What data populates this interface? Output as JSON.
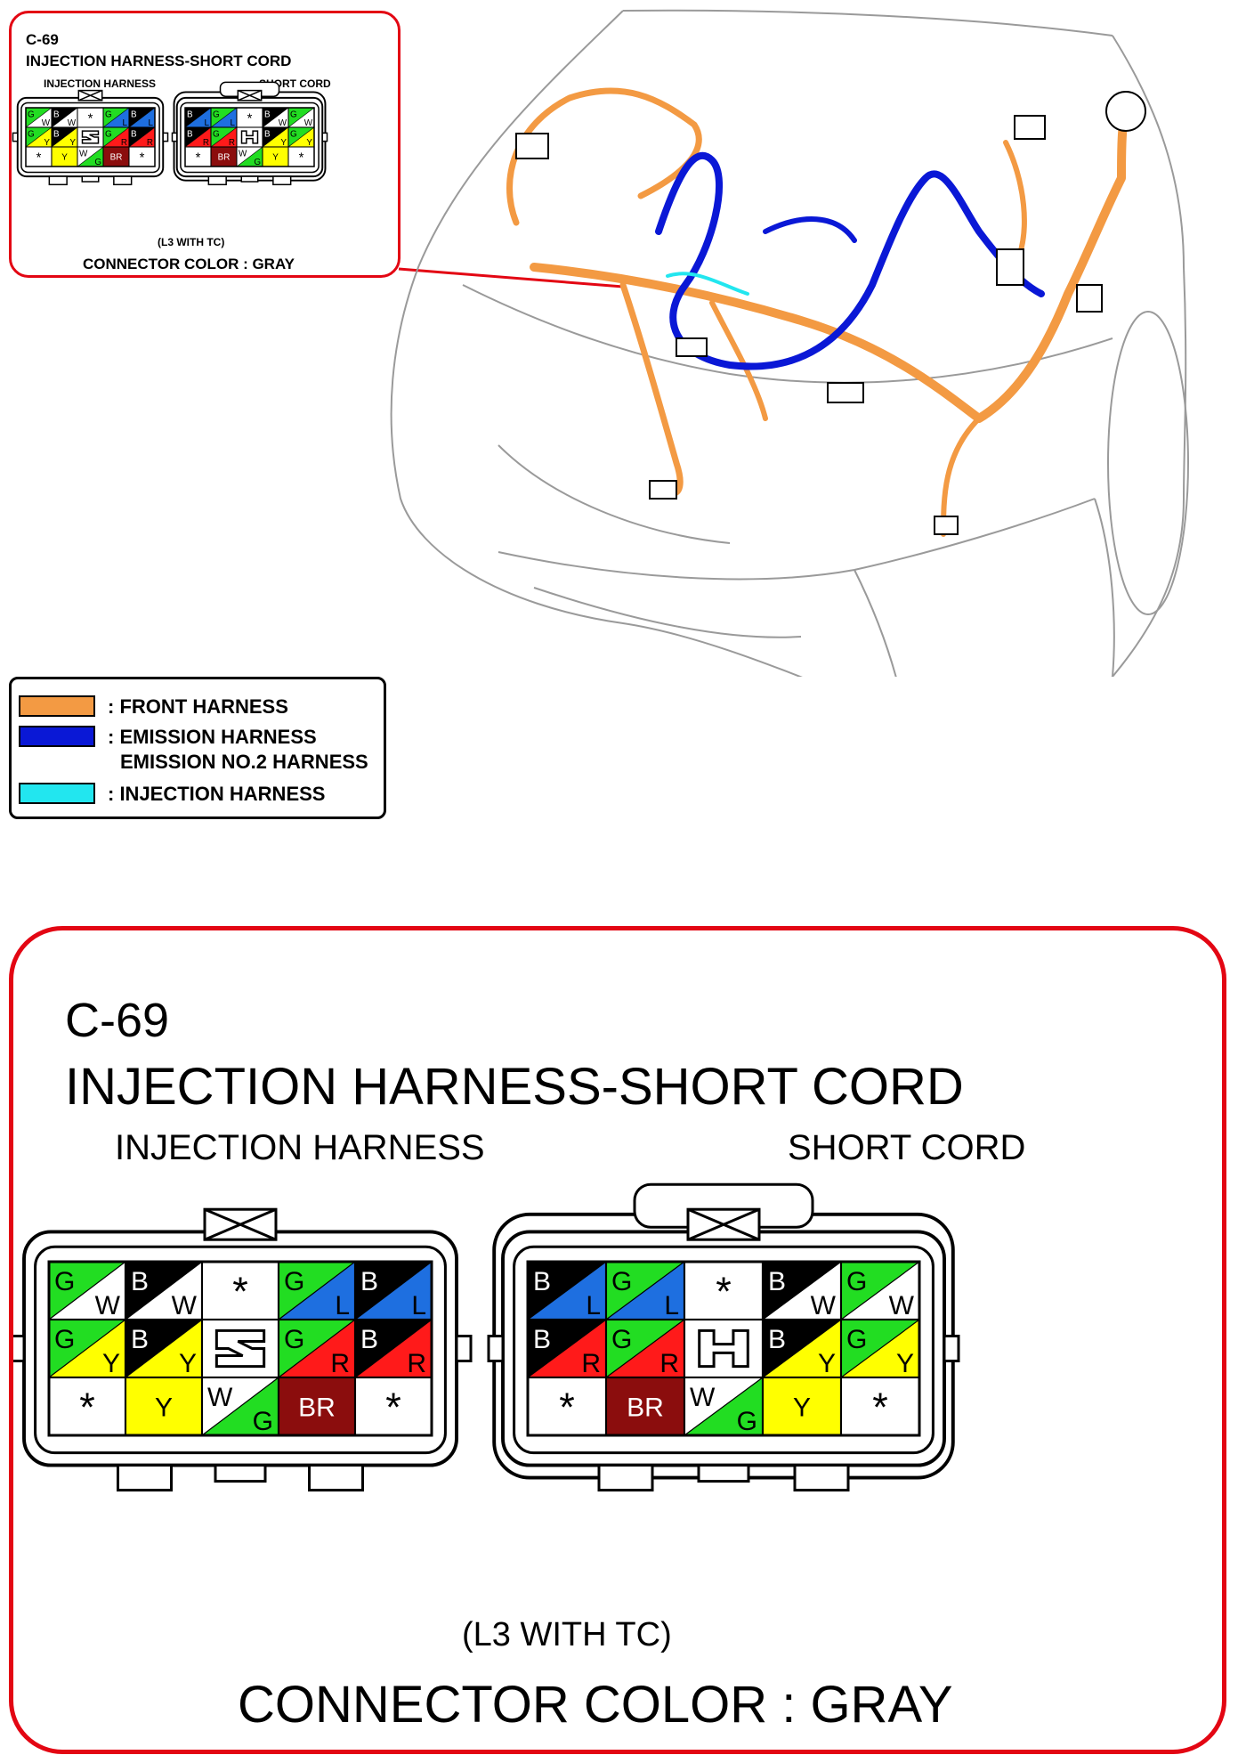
{
  "inset": {
    "connector_id": "C-69",
    "title": "INJECTION HARNESS-SHORT CORD",
    "left_label": "INJECTION HARNESS",
    "right_label": "SHORT CORD",
    "note": "(L3 WITH TC)",
    "connector_color": "CONNECTOR COLOR : GRAY"
  },
  "legend": {
    "items": [
      {
        "label": ": FRONT HARNESS",
        "color": "#f39a43"
      },
      {
        "label": ": EMISSION HARNESS",
        "color": "#0a18d6"
      },
      {
        "label": "EMISSION NO.2 HARNESS",
        "color": ""
      },
      {
        "label": ": INJECTION HARNESS",
        "color": "#22e6ef"
      }
    ]
  },
  "detail": {
    "connector_id": "C-69",
    "title": "INJECTION HARNESS-SHORT CORD",
    "left_label": "INJECTION HARNESS",
    "right_label": "SHORT CORD",
    "note": "(L3 WITH TC)",
    "connector_color": "CONNECTOR COLOR : GRAY"
  },
  "colors": {
    "G": "#22dd22",
    "B": "#000000",
    "W": "#ffffff",
    "L": "#1e6fe0",
    "Y": "#ffff00",
    "R": "#ff1a1a",
    "BR": "#8b0d0d",
    "frame": "#e30613"
  },
  "injection_harness_pins": [
    [
      {
        "a": "G",
        "b": "W"
      },
      {
        "a": "B",
        "b": "W"
      },
      {
        "star": "*"
      },
      {
        "a": "G",
        "b": "L"
      },
      {
        "a": "B",
        "b": "L"
      }
    ],
    [
      {
        "a": "G",
        "b": "Y"
      },
      {
        "a": "B",
        "b": "Y"
      },
      {
        "lock": "S"
      },
      {
        "a": "G",
        "b": "R"
      },
      {
        "a": "B",
        "b": "R"
      }
    ],
    [
      {
        "star": "*"
      },
      {
        "solid": "Y"
      },
      {
        "a": "W",
        "b": "G"
      },
      {
        "solid": "BR"
      },
      {
        "star": "*"
      }
    ]
  ],
  "short_cord_pins": [
    [
      {
        "a": "B",
        "b": "L"
      },
      {
        "a": "G",
        "b": "L"
      },
      {
        "star": "*"
      },
      {
        "a": "B",
        "b": "W"
      },
      {
        "a": "G",
        "b": "W"
      }
    ],
    [
      {
        "a": "B",
        "b": "R"
      },
      {
        "a": "G",
        "b": "R"
      },
      {
        "lock": "H"
      },
      {
        "a": "B",
        "b": "Y"
      },
      {
        "a": "G",
        "b": "Y"
      }
    ],
    [
      {
        "star": "*"
      },
      {
        "solid": "BR"
      },
      {
        "a": "W",
        "b": "G"
      },
      {
        "solid": "Y"
      },
      {
        "star": "*"
      }
    ]
  ]
}
